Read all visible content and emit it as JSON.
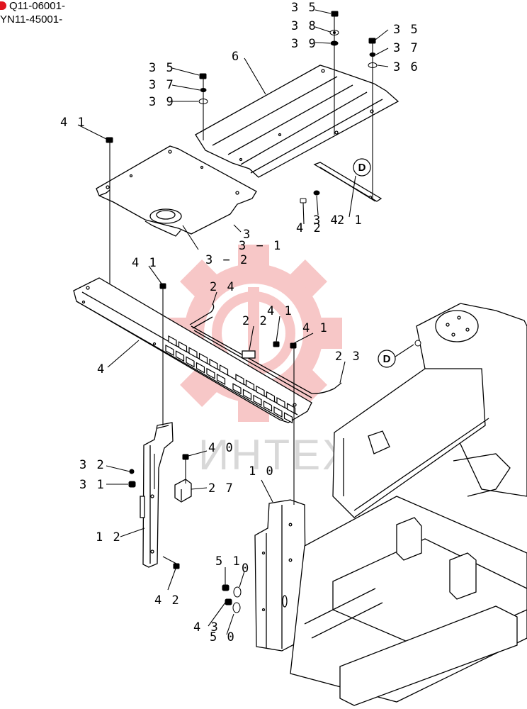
{
  "header": {
    "serial_ranges": [
      "Q11-06001-",
      "YN11-45001-"
    ]
  },
  "watermark": {
    "text": "ИНТЕХ",
    "color": "#f29a9a"
  },
  "detail_marker": {
    "letter": "D"
  },
  "callouts": {
    "c35a": "3 5",
    "c38": "3 8",
    "c39a": "3 9",
    "c35b": "3 5",
    "c37a": "3 7",
    "c36": "3 6",
    "c6": "6",
    "c35c": "3 5",
    "c37b": "3 7",
    "c39b": "3 9",
    "c41a": "4 1",
    "c3": "3",
    "c31": "3 − 1",
    "c32": "3 − 2",
    "c21": "2 1",
    "c34": "3 4",
    "c42a": "4 2",
    "c41b": "4 1",
    "c24": "2 4",
    "c22": "2 2",
    "c41c": "4 1",
    "c41d": "4 1",
    "c23": "2 3",
    "c4": "4",
    "c40": "4 0",
    "c27": "2 7",
    "c32b": "3 2",
    "c31b": "3 1",
    "c12": "1 2",
    "c42b": "4 2",
    "c10": "1 0",
    "c51": "5 1",
    "c50a": "0",
    "c43": "4 3",
    "c50b": "5 0"
  },
  "colors": {
    "line": "#000000",
    "watermark": "#f29a9a"
  }
}
